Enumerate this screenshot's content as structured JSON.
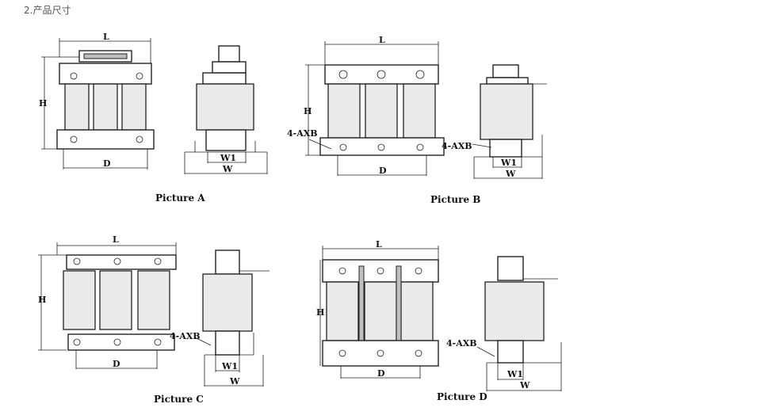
{
  "heading": "2.产品尺寸",
  "labels": {
    "L": "L",
    "H": "H",
    "D": "D",
    "W": "W",
    "W1": "W1",
    "axb": "4-AXB"
  },
  "pictures": [
    {
      "caption": "Picture A"
    },
    {
      "caption": "Picture B"
    },
    {
      "caption": "Picture C"
    },
    {
      "caption": "Picture D"
    }
  ]
}
